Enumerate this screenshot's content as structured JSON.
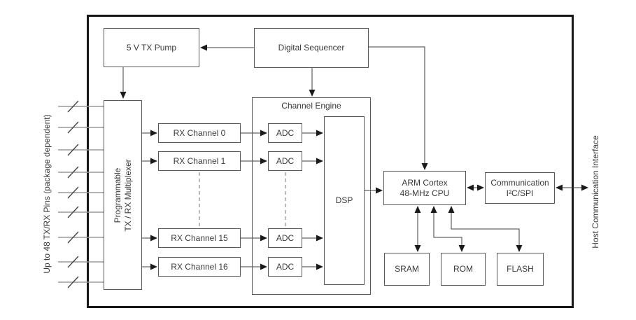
{
  "colors": {
    "chip_border": "#161616",
    "box_border": "#585858",
    "line": "#3d3d3d",
    "pin_line": "#999999",
    "arrowhead": "#1a1a1a",
    "text": "#3a3a3a"
  },
  "chip": {
    "tx_pump": "5 V TX Pump",
    "digital_sequencer": "Digital Sequencer",
    "multiplexer": [
      "Programmable",
      "TX / RX Multiplexer"
    ],
    "channel_engine": "Channel Engine",
    "rx_channels": [
      "RX Channel 0",
      "RX Channel 1",
      "RX Channel 15",
      "RX Channel 16"
    ],
    "adcs": [
      "ADC",
      "ADC",
      "ADC",
      "ADC"
    ],
    "dsp": "DSP",
    "cpu": [
      "ARM Cortex",
      "48-MHz CPU"
    ],
    "communication": [
      "Communication",
      "I²C/SPI"
    ],
    "sram": "SRAM",
    "rom": "ROM",
    "flash": "FLASH"
  },
  "annotations": {
    "left_pins": "Up to 48 TX/RX Pins (package dependent)",
    "host_interface": "Host Communication Interface"
  }
}
